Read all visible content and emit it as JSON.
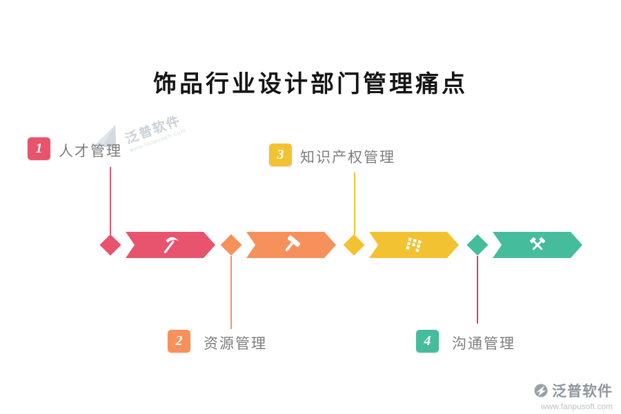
{
  "title": "饰品行业设计部门管理痛点",
  "milestones": [
    {
      "number": "1",
      "label": "人才管理",
      "color": "#e8536e",
      "icon": "pickaxe-icon"
    },
    {
      "number": "2",
      "label": "资源管理",
      "color": "#f6915b",
      "icon": "hammer-icon"
    },
    {
      "number": "3",
      "label": "知识产权管理",
      "color": "#f2c233",
      "icon": "dot-grid-icon"
    },
    {
      "number": "4",
      "label": "沟通管理",
      "color": "#45bd9d",
      "icon": "crossed-hammers-icon"
    }
  ],
  "connectors": [
    {
      "for": "1",
      "color": "#e8536e"
    },
    {
      "for": "2",
      "color": "#f6915b"
    },
    {
      "for": "3",
      "color": "#f2c233"
    },
    {
      "for": "4",
      "color": "#e0356b"
    }
  ],
  "watermark": {
    "brand": "泛普软件",
    "url": "www.fanpusoft.com"
  },
  "footer": {
    "brand": "泛普软件",
    "url": "www.fanpusoft.com"
  },
  "label_color": "#7d7d7d",
  "title_color": "#151515"
}
